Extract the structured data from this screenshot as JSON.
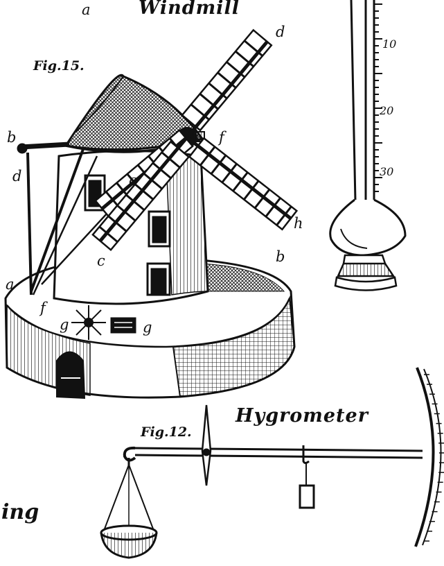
{
  "captions": {
    "windmill": "Windmill",
    "hygrometer": "Hygrometer"
  },
  "figures": {
    "fig15": "Fig.15.",
    "fig12": "Fig.12."
  },
  "letters": {
    "a_top": "a",
    "d_top": "d",
    "b_left": "b",
    "d_left": "d",
    "f_right": "f",
    "c_mid": "c",
    "h_right": "h",
    "b_right": "b",
    "c_low": "c",
    "a_low": "a",
    "f_low": "f",
    "g_left": "g",
    "g_right": "g"
  },
  "thermometer_ticks": [
    "10",
    "20",
    "30"
  ],
  "fragment": "ing",
  "colors": {
    "ink": "#111111",
    "paper": "#ffffff"
  }
}
